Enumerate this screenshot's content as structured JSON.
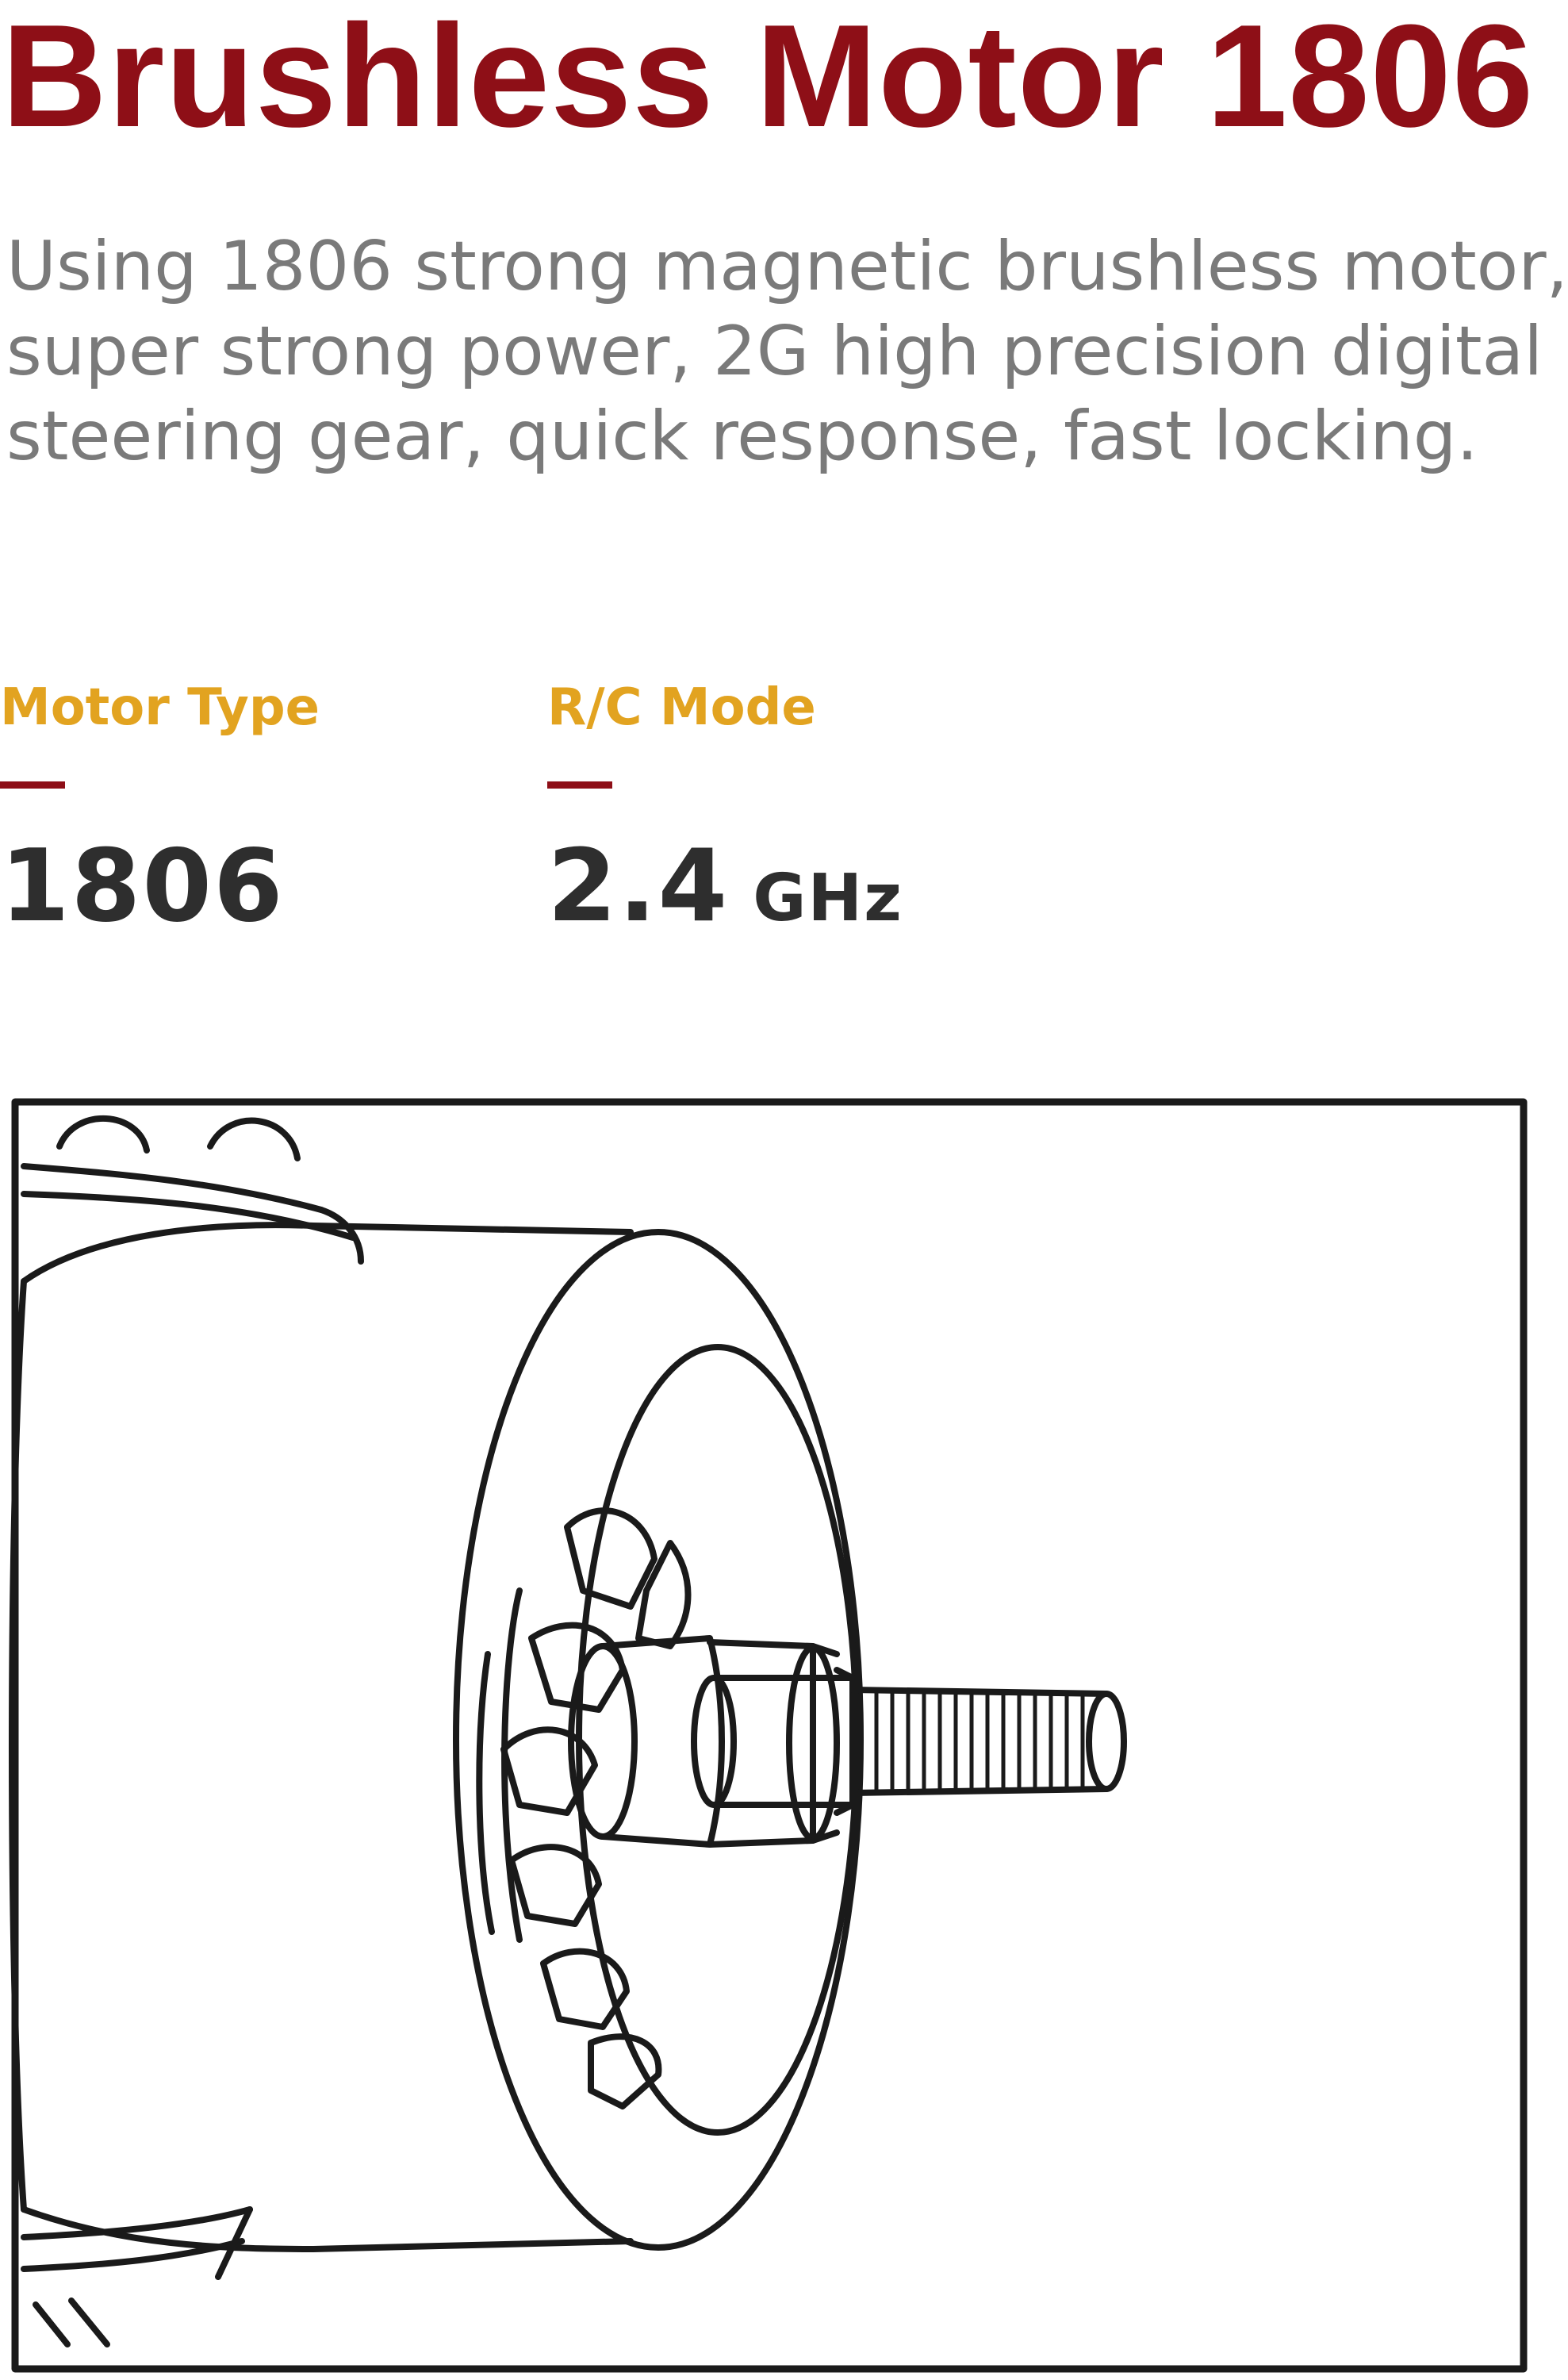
{
  "title": "Brushless Motor 1806",
  "description_lines": [
    "Using 1806 strong magnetic brushless motor,",
    "super strong power, 2G high precision digital",
    "steering gear, quick response, fast locking."
  ],
  "specs": [
    {
      "label": "Motor Type",
      "value": "1806",
      "unit": ""
    },
    {
      "label": "R/C Mode",
      "value": "2.4",
      "unit": "GHz"
    }
  ],
  "colors": {
    "title": "#8e0f17",
    "description": "#7a7a7a",
    "spec_label": "#e2a320",
    "spec_dash": "#8e0f17",
    "spec_value": "#2e2e2e",
    "line_art": "#1a1a1a"
  },
  "illustration": {
    "icon": "brushless-motor-line-drawing-icon"
  }
}
